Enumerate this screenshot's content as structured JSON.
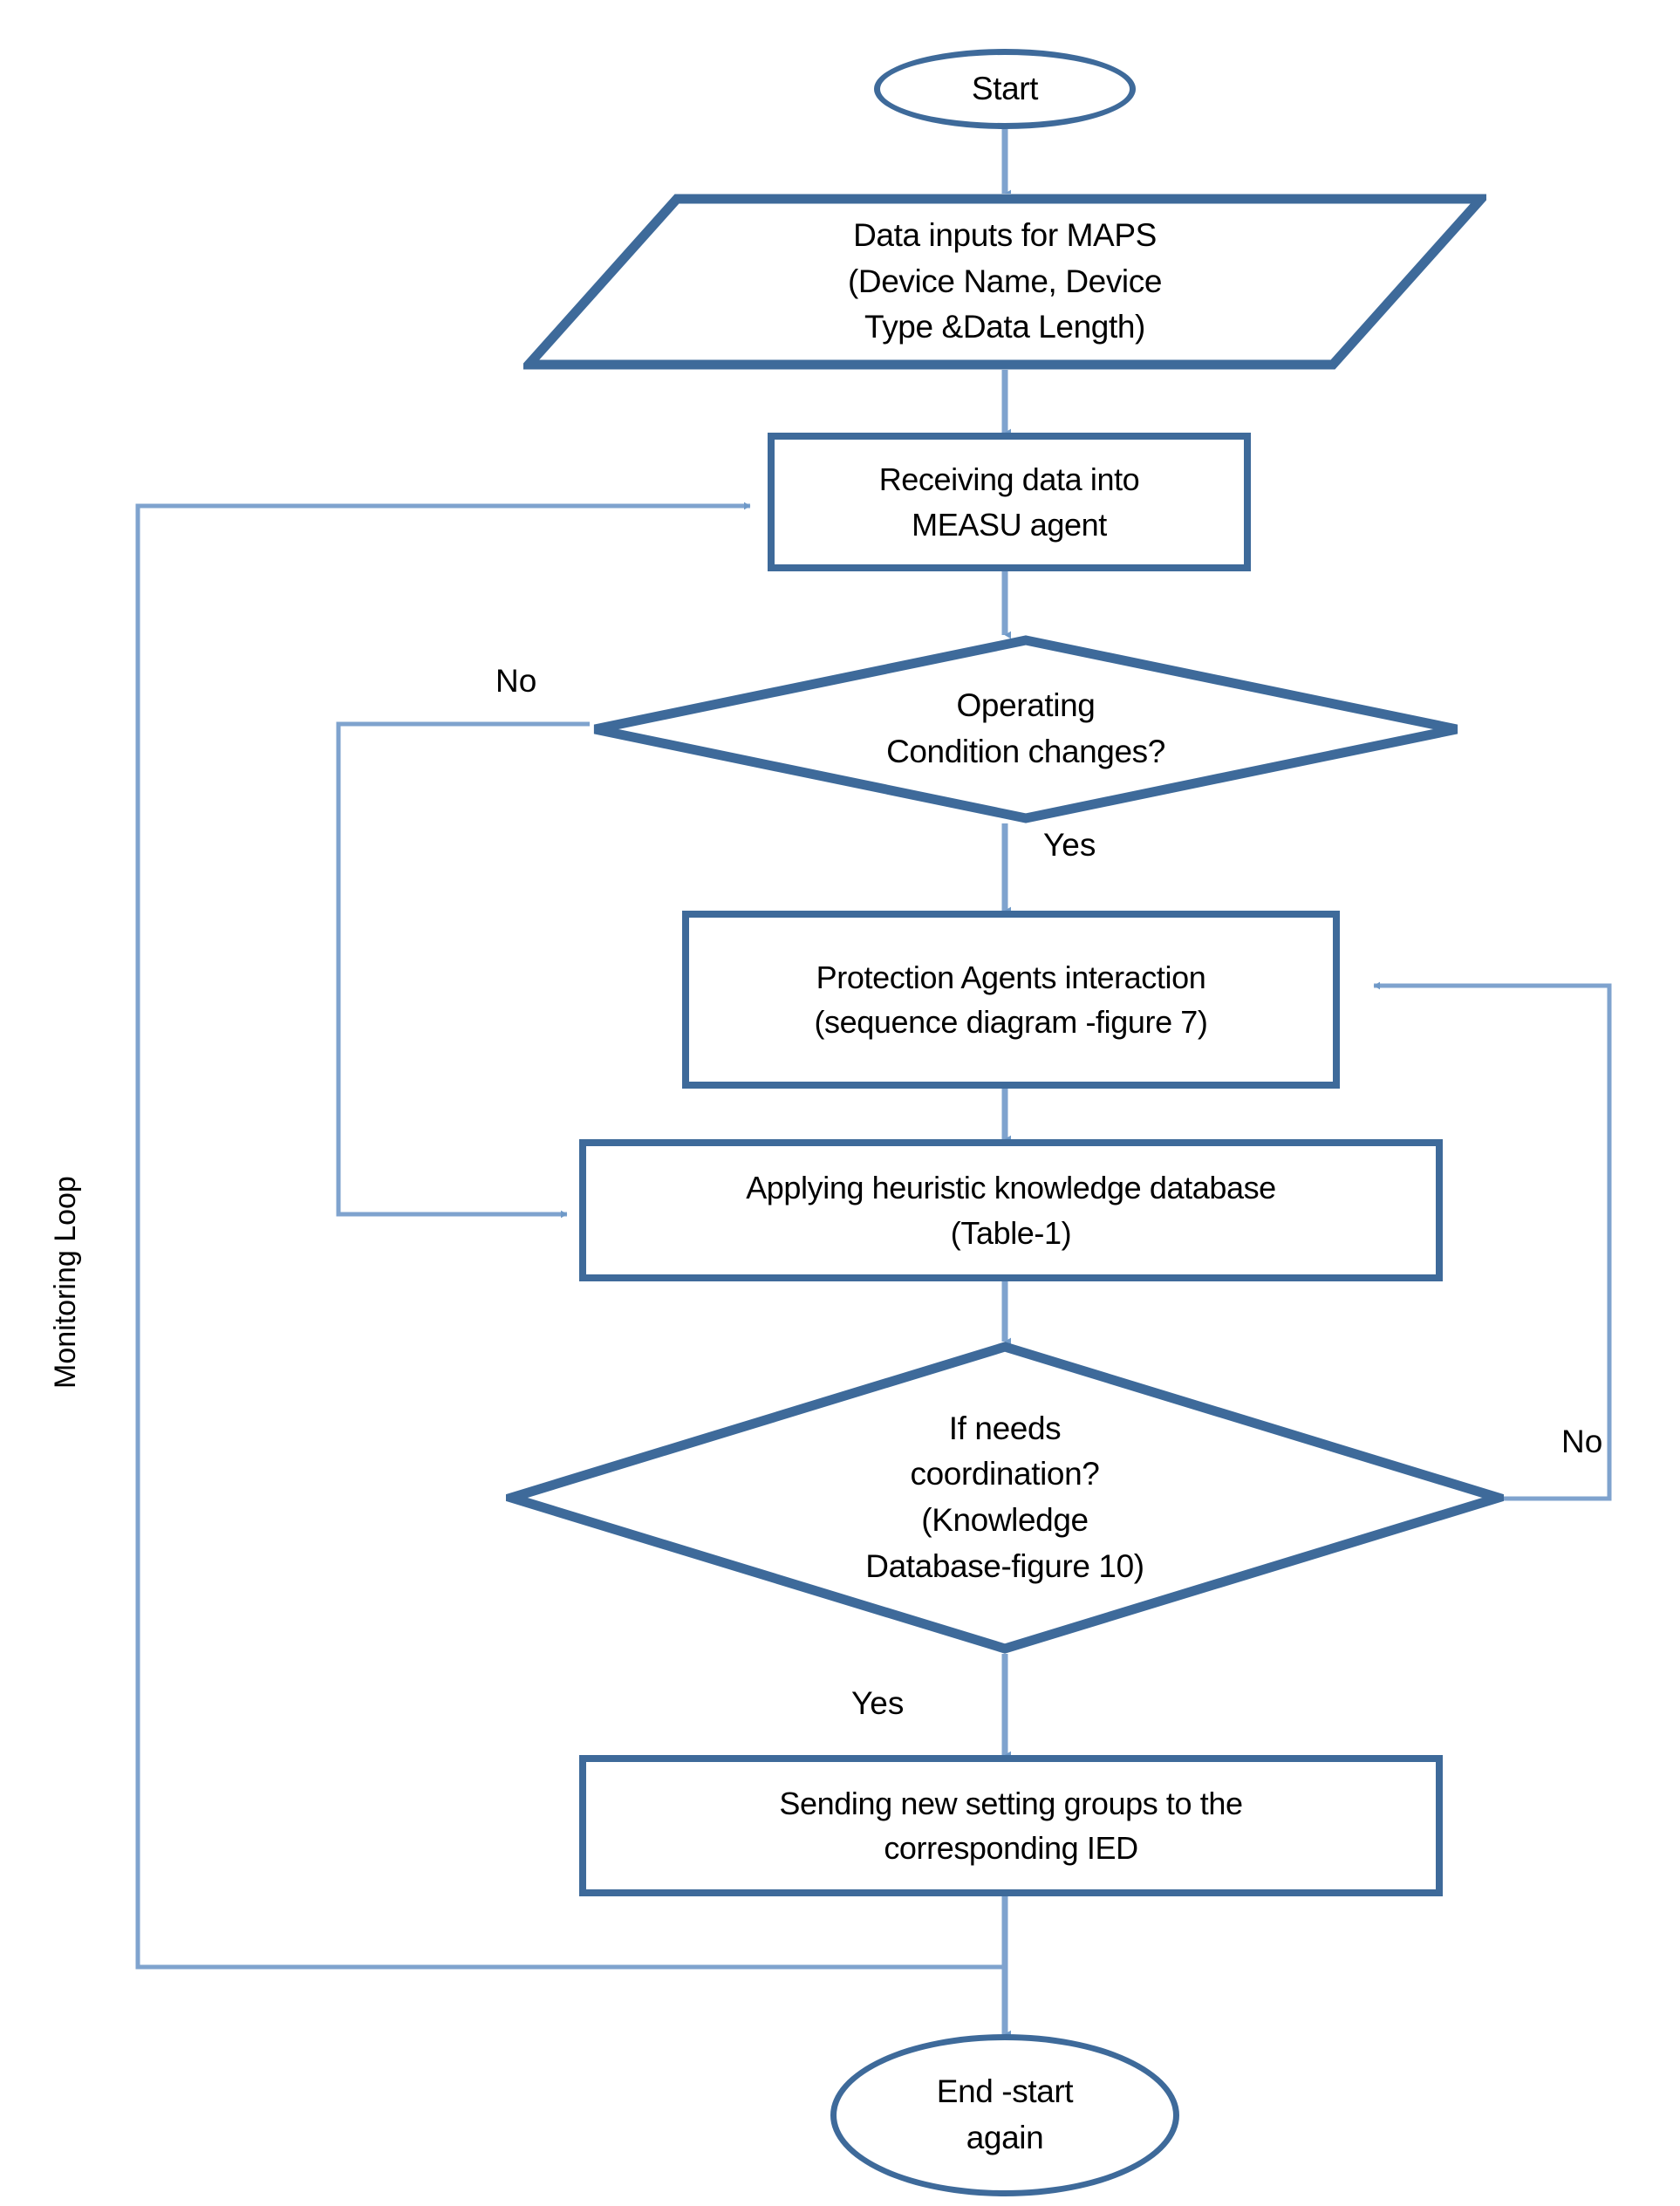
{
  "diagram": {
    "title_label": "Monitoring Loop",
    "colors": {
      "shape_border": "#3E6A9A",
      "connector": "#7FA3CE",
      "shape_fill": "#FFFFFF",
      "text": "#000000"
    },
    "nodes": {
      "start": {
        "type": "terminator",
        "label": "Start"
      },
      "data_input": {
        "type": "data",
        "label": "Data inputs for MAPS\n(Device Name, Device\nType &Data Length)"
      },
      "receiving": {
        "type": "process",
        "label": "Receiving data into\nMEASU agent"
      },
      "decision_operating": {
        "type": "decision",
        "label": "Operating\nCondition changes?"
      },
      "protection_agents": {
        "type": "process",
        "label": "Protection Agents interaction\n(sequence diagram -figure 7)"
      },
      "heuristic_db": {
        "type": "process",
        "label": "Applying heuristic knowledge database\n(Table-1)"
      },
      "decision_coordination": {
        "type": "decision",
        "label": "If needs\ncoordination?\n(Knowledge\nDatabase-figure 10)"
      },
      "sending_settings": {
        "type": "process",
        "label": "Sending new setting groups to the\ncorresponding IED"
      },
      "end": {
        "type": "terminator",
        "label": "End -start\nagain"
      }
    },
    "edge_labels": {
      "operating_no": "No",
      "operating_yes": "Yes",
      "coordination_no": "No",
      "coordination_yes": "Yes"
    }
  }
}
